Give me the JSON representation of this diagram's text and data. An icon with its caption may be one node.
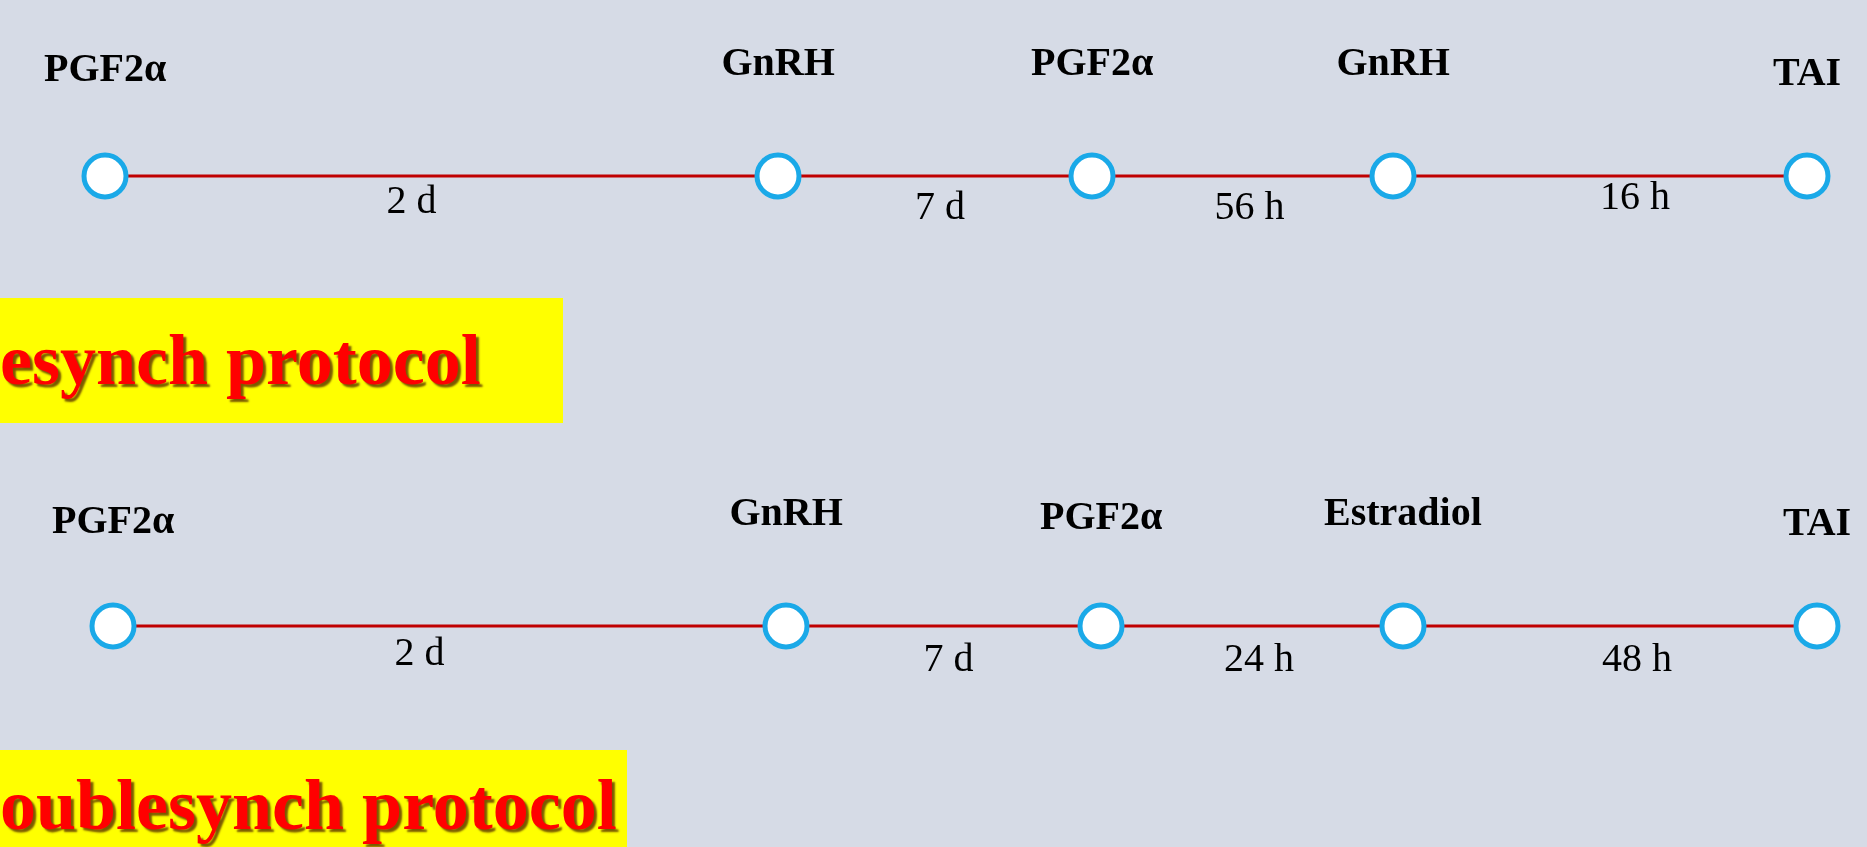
{
  "diagram": {
    "nodes": [
      {
        "text": [],
        "shape": "circle",
        "beside": [
          "PGF2α"
        ]
      },
      {
        "text": [],
        "shape": "circle",
        "beside": [
          "GnRH"
        ]
      },
      {
        "text": [],
        "shape": "circle",
        "beside": [
          "PGF2α"
        ]
      },
      {
        "text": [],
        "shape": "circle",
        "beside": [
          "GnRH"
        ]
      },
      {
        "text": [],
        "shape": "circle",
        "beside": [
          "TAI"
        ]
      },
      {
        "text": [
          "esynch protocol"
        ]
      },
      {
        "text": [],
        "shape": "circle",
        "beside": [
          "PGF2α"
        ]
      },
      {
        "text": [],
        "shape": "circle",
        "beside": [
          "GnRH"
        ]
      },
      {
        "text": [],
        "shape": "circle",
        "beside": [
          "PGF2α"
        ]
      },
      {
        "text": [],
        "shape": "circle",
        "beside": [
          "Estradiol"
        ]
      },
      {
        "text": [],
        "shape": "circle",
        "beside": [
          "TAI"
        ]
      },
      {
        "text": [
          "oublesynch protocol"
        ]
      }
    ],
    "edges": [
      {
        "from": 0,
        "to": 1,
        "arrow": "none",
        "label": "2 d",
        "color": "#c00000"
      },
      {
        "from": 1,
        "to": 2,
        "arrow": "none",
        "label": "7 d",
        "color": "#c00000"
      },
      {
        "from": 2,
        "to": 3,
        "arrow": "none",
        "label": "56 h",
        "color": "#c00000"
      },
      {
        "from": 3,
        "to": 4,
        "arrow": "none",
        "label": "16 h",
        "color": "#c00000"
      },
      {
        "from": 6,
        "to": 7,
        "arrow": "none",
        "label": "2 d",
        "color": "#c00000"
      },
      {
        "from": 7,
        "to": 8,
        "arrow": "none",
        "label": "7 d",
        "color": "#c00000"
      },
      {
        "from": 8,
        "to": 9,
        "arrow": "none",
        "label": "24 h",
        "color": "#c00000"
      },
      {
        "from": 9,
        "to": 10,
        "arrow": "none",
        "label": "48 h",
        "color": "#c00000"
      }
    ]
  }
}
